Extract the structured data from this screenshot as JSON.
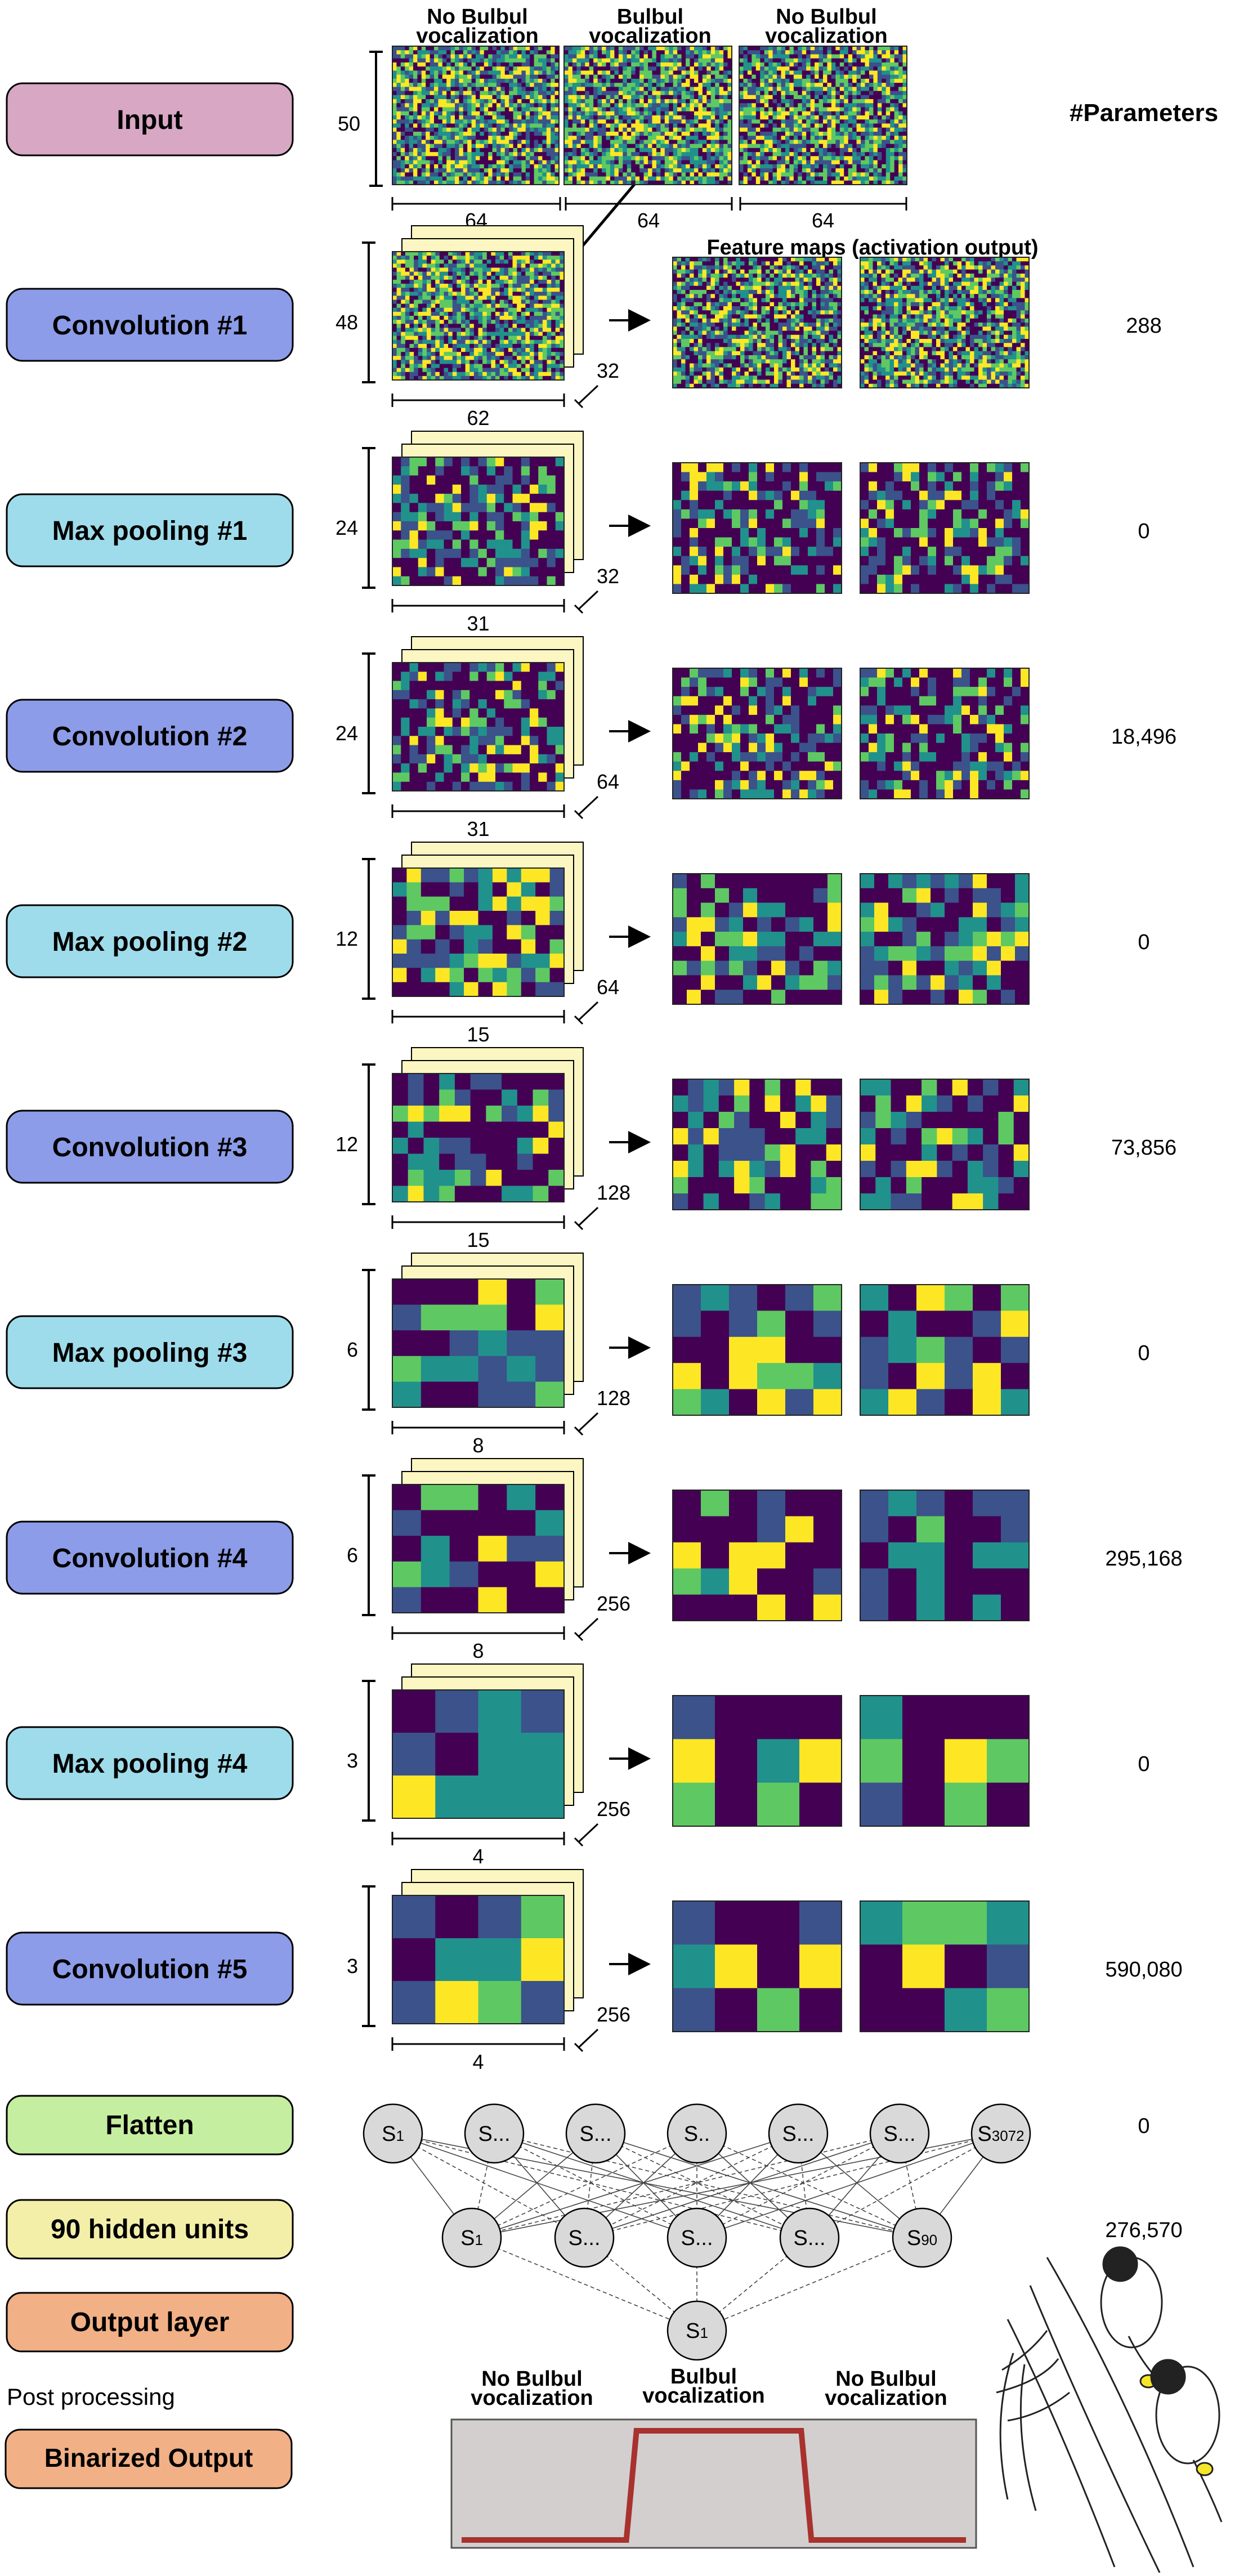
{
  "header": {
    "params_title": "#Parameters",
    "feature_maps_title": "Feature maps (activation output)",
    "input_labels": [
      {
        "line1": "No Bulbul",
        "line2": "vocalization"
      },
      {
        "line1": "Bulbul",
        "line2": "vocalization"
      },
      {
        "line1": "No Bulbul",
        "line2": "vocalization"
      }
    ],
    "input_height": "50",
    "input_widths": [
      "64",
      "64",
      "64"
    ]
  },
  "layers": [
    {
      "label": "Input",
      "color": "#d7a7c4",
      "height": "",
      "width": "",
      "depth": "",
      "params": ""
    },
    {
      "label": "Convolution #1",
      "color": "#8c9ce8",
      "height": "48",
      "width": "62",
      "depth": "32",
      "params": "288"
    },
    {
      "label": "Max pooling #1",
      "color": "#9fdceb",
      "height": "24",
      "width": "31",
      "depth": "32",
      "params": "0"
    },
    {
      "label": "Convolution #2",
      "color": "#8c9ce8",
      "height": "24",
      "width": "31",
      "depth": "64",
      "params": "18,496"
    },
    {
      "label": "Max pooling #2",
      "color": "#9fdceb",
      "height": "12",
      "width": "15",
      "depth": "64",
      "params": "0"
    },
    {
      "label": "Convolution #3",
      "color": "#8c9ce8",
      "height": "12",
      "width": "15",
      "depth": "128",
      "params": "73,856"
    },
    {
      "label": "Max pooling #3",
      "color": "#9fdceb",
      "height": "6",
      "width": "8",
      "depth": "128",
      "params": "0"
    },
    {
      "label": "Convolution #4",
      "color": "#8c9ce8",
      "height": "6",
      "width": "8",
      "depth": "256",
      "params": "295,168"
    },
    {
      "label": "Max pooling #4",
      "color": "#9fdceb",
      "height": "3",
      "width": "4",
      "depth": "256",
      "params": "0"
    },
    {
      "label": "Convolution #5",
      "color": "#8c9ce8",
      "height": "3",
      "width": "4",
      "depth": "256",
      "params": "590,080"
    }
  ],
  "dense": [
    {
      "label": "Flatten",
      "color": "#c6eea0",
      "params": "0"
    },
    {
      "label": "90 hidden units",
      "color": "#f4efa8",
      "params": "276,570"
    },
    {
      "label": "Output layer",
      "color": "#f2b086",
      "params": ""
    }
  ],
  "nodes": {
    "flatten": [
      {
        "base": "S",
        "sub": "1"
      },
      {
        "base": "S...",
        "sub": ""
      },
      {
        "base": "S...",
        "sub": ""
      },
      {
        "base": "S..",
        "sub": ""
      },
      {
        "base": "S...",
        "sub": ""
      },
      {
        "base": "S...",
        "sub": ""
      },
      {
        "base": "S",
        "sub": "3072"
      }
    ],
    "hidden": [
      {
        "base": "S",
        "sub": "1"
      },
      {
        "base": "S...",
        "sub": ""
      },
      {
        "base": "S...",
        "sub": ""
      },
      {
        "base": "S...",
        "sub": ""
      },
      {
        "base": "S",
        "sub": "90"
      }
    ],
    "output": [
      {
        "base": "S",
        "sub": "1"
      }
    ]
  },
  "post": {
    "title": "Post processing",
    "label": "Binarized Output",
    "color": "#f2b086",
    "segment_labels": [
      {
        "line1": "No Bulbul",
        "line2": "vocalization"
      },
      {
        "line1": "Bulbul",
        "line2": "vocalization"
      },
      {
        "line1": "No Bulbul",
        "line2": "vocalization"
      }
    ],
    "signal": [
      0,
      1,
      0
    ]
  },
  "colors": {
    "viridis": [
      "#440154",
      "#3b528b",
      "#21918c",
      "#5ec962",
      "#fde725"
    ],
    "signal_line": "#a8322d",
    "output_box": "#d3cfcf",
    "stack_back": "#fbf6c2",
    "node_fill": "#d9d9d9"
  }
}
